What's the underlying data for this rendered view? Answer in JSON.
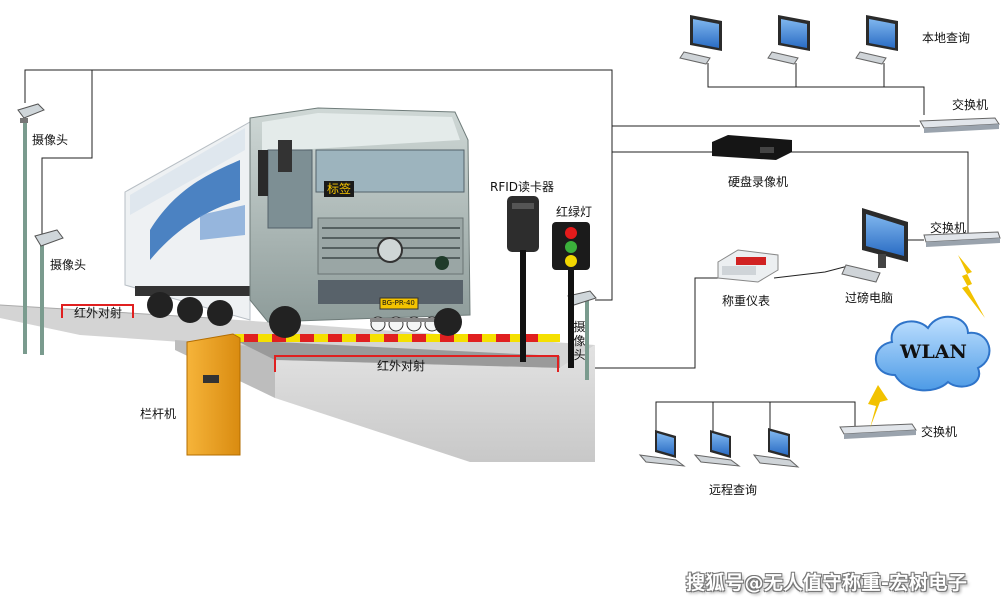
{
  "labels": {
    "camera_top": "摄像头",
    "camera_mid": "摄像头",
    "camera_right": "摄像头",
    "ir_left": "红外对射",
    "ir_bottom": "红外对射",
    "rfid_reader": "RFID读卡器",
    "traffic_light": "红绿灯",
    "tag": "标签",
    "barrier": "栏杆机",
    "dvr": "硬盘录像机",
    "weigh_indicator": "称重仪表",
    "weigh_pc": "过磅电脑",
    "switch_top": "交换机",
    "switch_mid": "交换机",
    "switch_bottom": "交换机",
    "local_query": "本地查询",
    "remote_query": "远程查询",
    "wlan": "WLAN",
    "truck_plate": "BG-PR-40"
  },
  "watermark": "搜狐号@无人值守称重-宏树电子",
  "colors": {
    "line": "#222222",
    "barrier_orange": "#f0a020",
    "cloud_blue": "#5aa6e8",
    "lightning_yellow": "#f2c200",
    "ir_red": "#e02020",
    "ir_yellow": "#f5e000"
  }
}
